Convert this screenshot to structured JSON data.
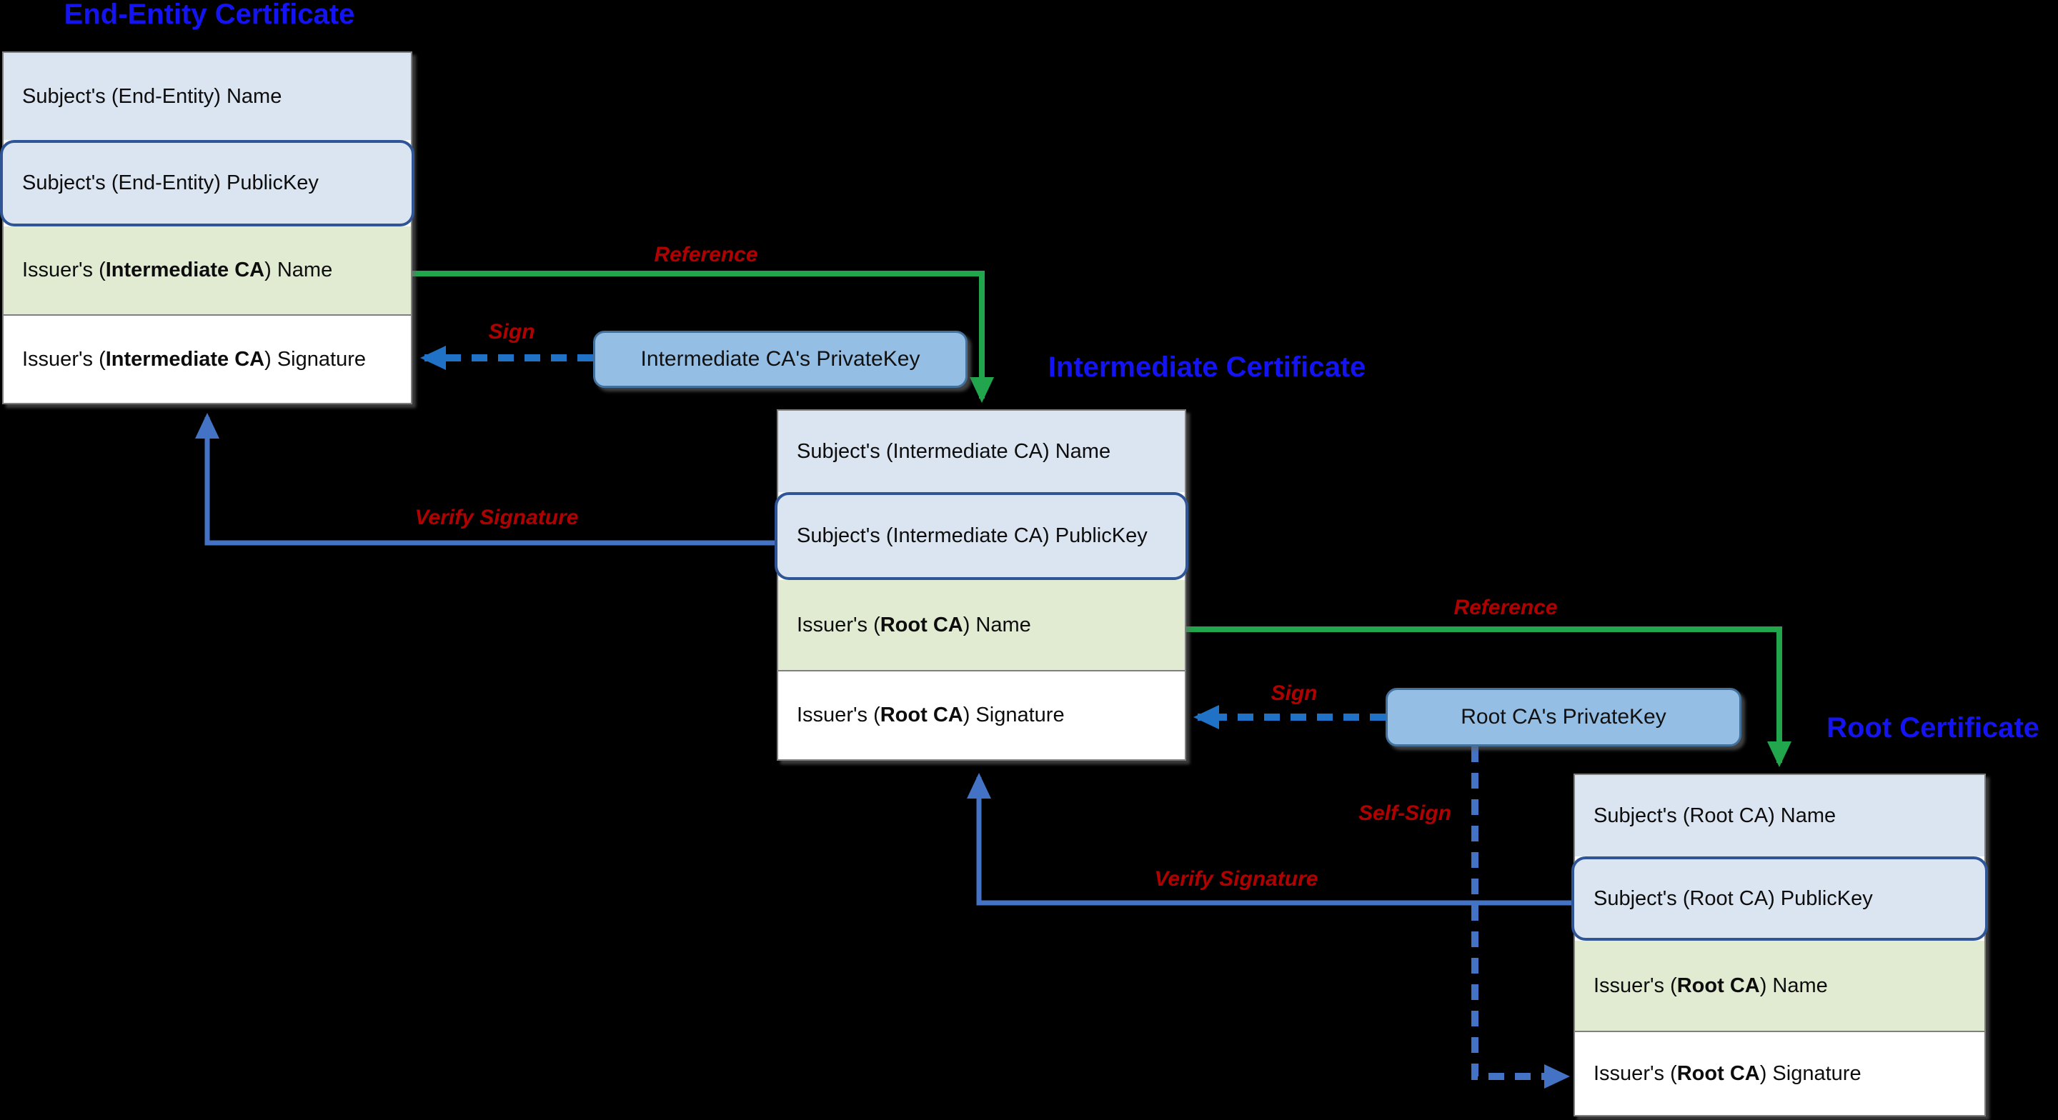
{
  "diagram": {
    "kind": "PKI chain of trust",
    "background": "#000000",
    "colors": {
      "title_blue": "#1414f2",
      "label_red": "#b00000",
      "reference_arrow_green": "#21a54d",
      "verify_arrow_blue": "#4472c4",
      "sign_arrow_blue": "#1f72c6",
      "self_sign_arrow_blue": "#4472c4",
      "row_light_blue": "#dbe5f1",
      "row_light_green": "#e0ebd2",
      "row_white": "#ffffff",
      "publickey_border": "#2f5597",
      "privatekey_fill": "#95bee5",
      "privatekey_border": "#41719c",
      "cert_border_gray": "#7f7f7f"
    }
  },
  "certs": [
    {
      "title": "End-Entity Certificate",
      "rows": [
        {
          "pre": "Subject's (End-Entity) Name",
          "bold": "",
          "post": ""
        },
        {
          "pre": "Subject's (End-Entity) PublicKey",
          "bold": "",
          "post": ""
        },
        {
          "pre": "Issuer's (",
          "bold": "Intermediate CA",
          "post": ") Name"
        },
        {
          "pre": "Issuer's (",
          "bold": "Intermediate CA",
          "post": ") Signature"
        }
      ]
    },
    {
      "title": "Intermediate Certificate",
      "rows": [
        {
          "pre": "Subject's (Intermediate CA) Name",
          "bold": "",
          "post": ""
        },
        {
          "pre": "Subject's (Intermediate CA) PublicKey",
          "bold": "",
          "post": ""
        },
        {
          "pre": "Issuer's (",
          "bold": "Root CA",
          "post": ") Name"
        },
        {
          "pre": "Issuer's (",
          "bold": "Root CA",
          "post": ") Signature"
        }
      ]
    },
    {
      "title": "Root Certificate",
      "rows": [
        {
          "pre": "Subject's (Root CA) Name",
          "bold": "",
          "post": ""
        },
        {
          "pre": "Subject's (Root CA) PublicKey",
          "bold": "",
          "post": ""
        },
        {
          "pre": "Issuer's (",
          "bold": "Root CA",
          "post": ") Name"
        },
        {
          "pre": "Issuer's (",
          "bold": "Root CA",
          "post": ") Signature"
        }
      ]
    }
  ],
  "private_keys": [
    {
      "label": "Intermediate CA's PrivateKey"
    },
    {
      "label": "Root CA's PrivateKey"
    }
  ],
  "arrow_labels": {
    "reference1": "Reference",
    "sign1": "Sign",
    "verify1": "Verify Signature",
    "reference2": "Reference",
    "sign2": "Sign",
    "self_sign": "Self-Sign",
    "verify2": "Verify Signature"
  }
}
